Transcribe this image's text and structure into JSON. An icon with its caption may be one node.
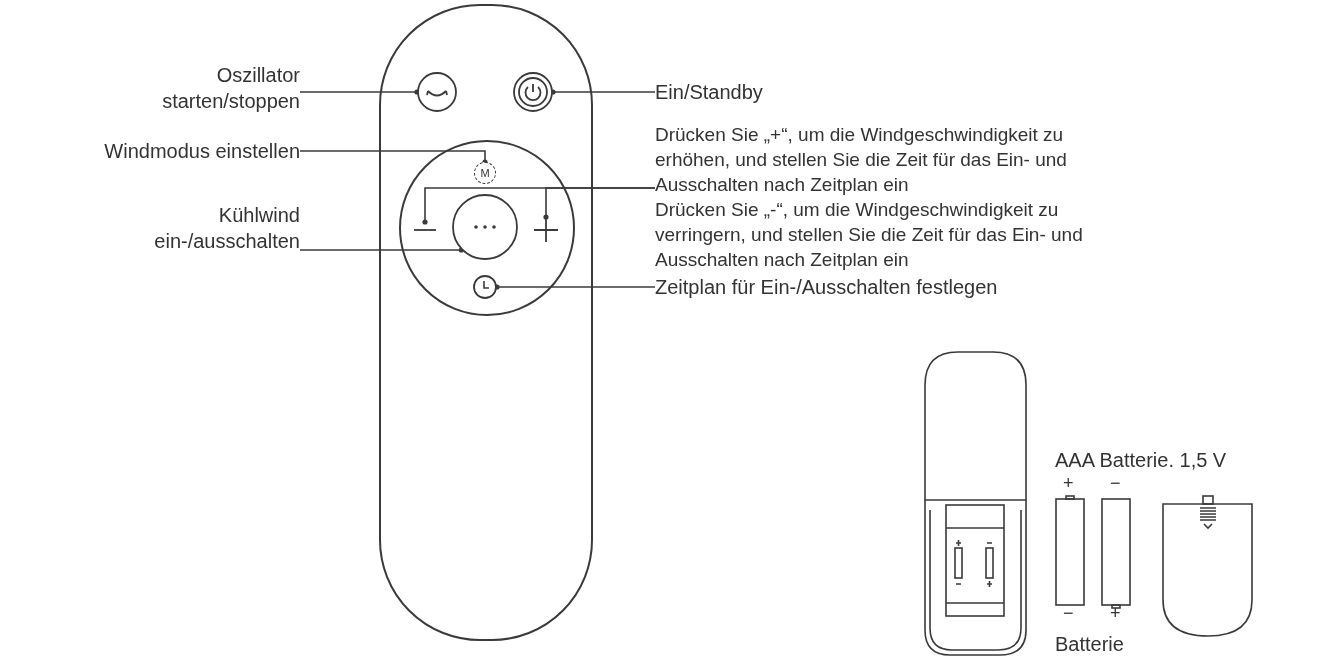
{
  "diagram": {
    "nodes": [
      {
        "text": [
          "Oszillator starten/stoppen"
        ]
      },
      {
        "text": [],
        "shape": "circle"
      },
      {
        "text": [
          "Ein/Standby"
        ]
      },
      {
        "text": [],
        "shape": "circle"
      },
      {
        "text": [
          "Windmodus einstellen"
        ]
      },
      {
        "text": [
          "M"
        ]
      },
      {
        "text": [
          "Kühlwind ein-/ausschalten"
        ]
      },
      {
        "text": [],
        "shape": "circle"
      },
      {
        "text": [
          "Drücken Sie „+“, um die Windgeschwindigkeit zu erhöhen, und stellen Sie die Zeit für das Ein- und Ausschalten nach Zeitplan ein",
          "Drücken Sie „-“, um die Windgeschwindigkeit zu verringern, und stellen Sie die Zeit für das Ein- und Ausschalten nach Zeitplan ein"
        ]
      },
      {
        "text": [],
        "shape": "minus"
      },
      {
        "text": [],
        "shape": "plus"
      },
      {
        "text": [
          "Zeitplan für Ein-/Ausschalten festlegen"
        ]
      },
      {
        "text": [],
        "shape": "circle"
      }
    ],
    "edges": [
      {
        "from": 0,
        "to": 1,
        "arrow": "other"
      },
      {
        "from": 2,
        "to": 3,
        "arrow": "other"
      },
      {
        "from": 4,
        "to": 5,
        "arrow": "other"
      },
      {
        "from": 6,
        "to": 7,
        "arrow": "other"
      },
      {
        "from": 8,
        "to": 9,
        "arrow": "other"
      },
      {
        "from": 8,
        "to": 10,
        "arrow": "other"
      },
      {
        "from": 11,
        "to": 12,
        "arrow": "other"
      }
    ],
    "labels": [
      "AAA Batterie. 1,5 V",
      "+",
      "−",
      "−",
      "+",
      "Batterie"
    ]
  }
}
